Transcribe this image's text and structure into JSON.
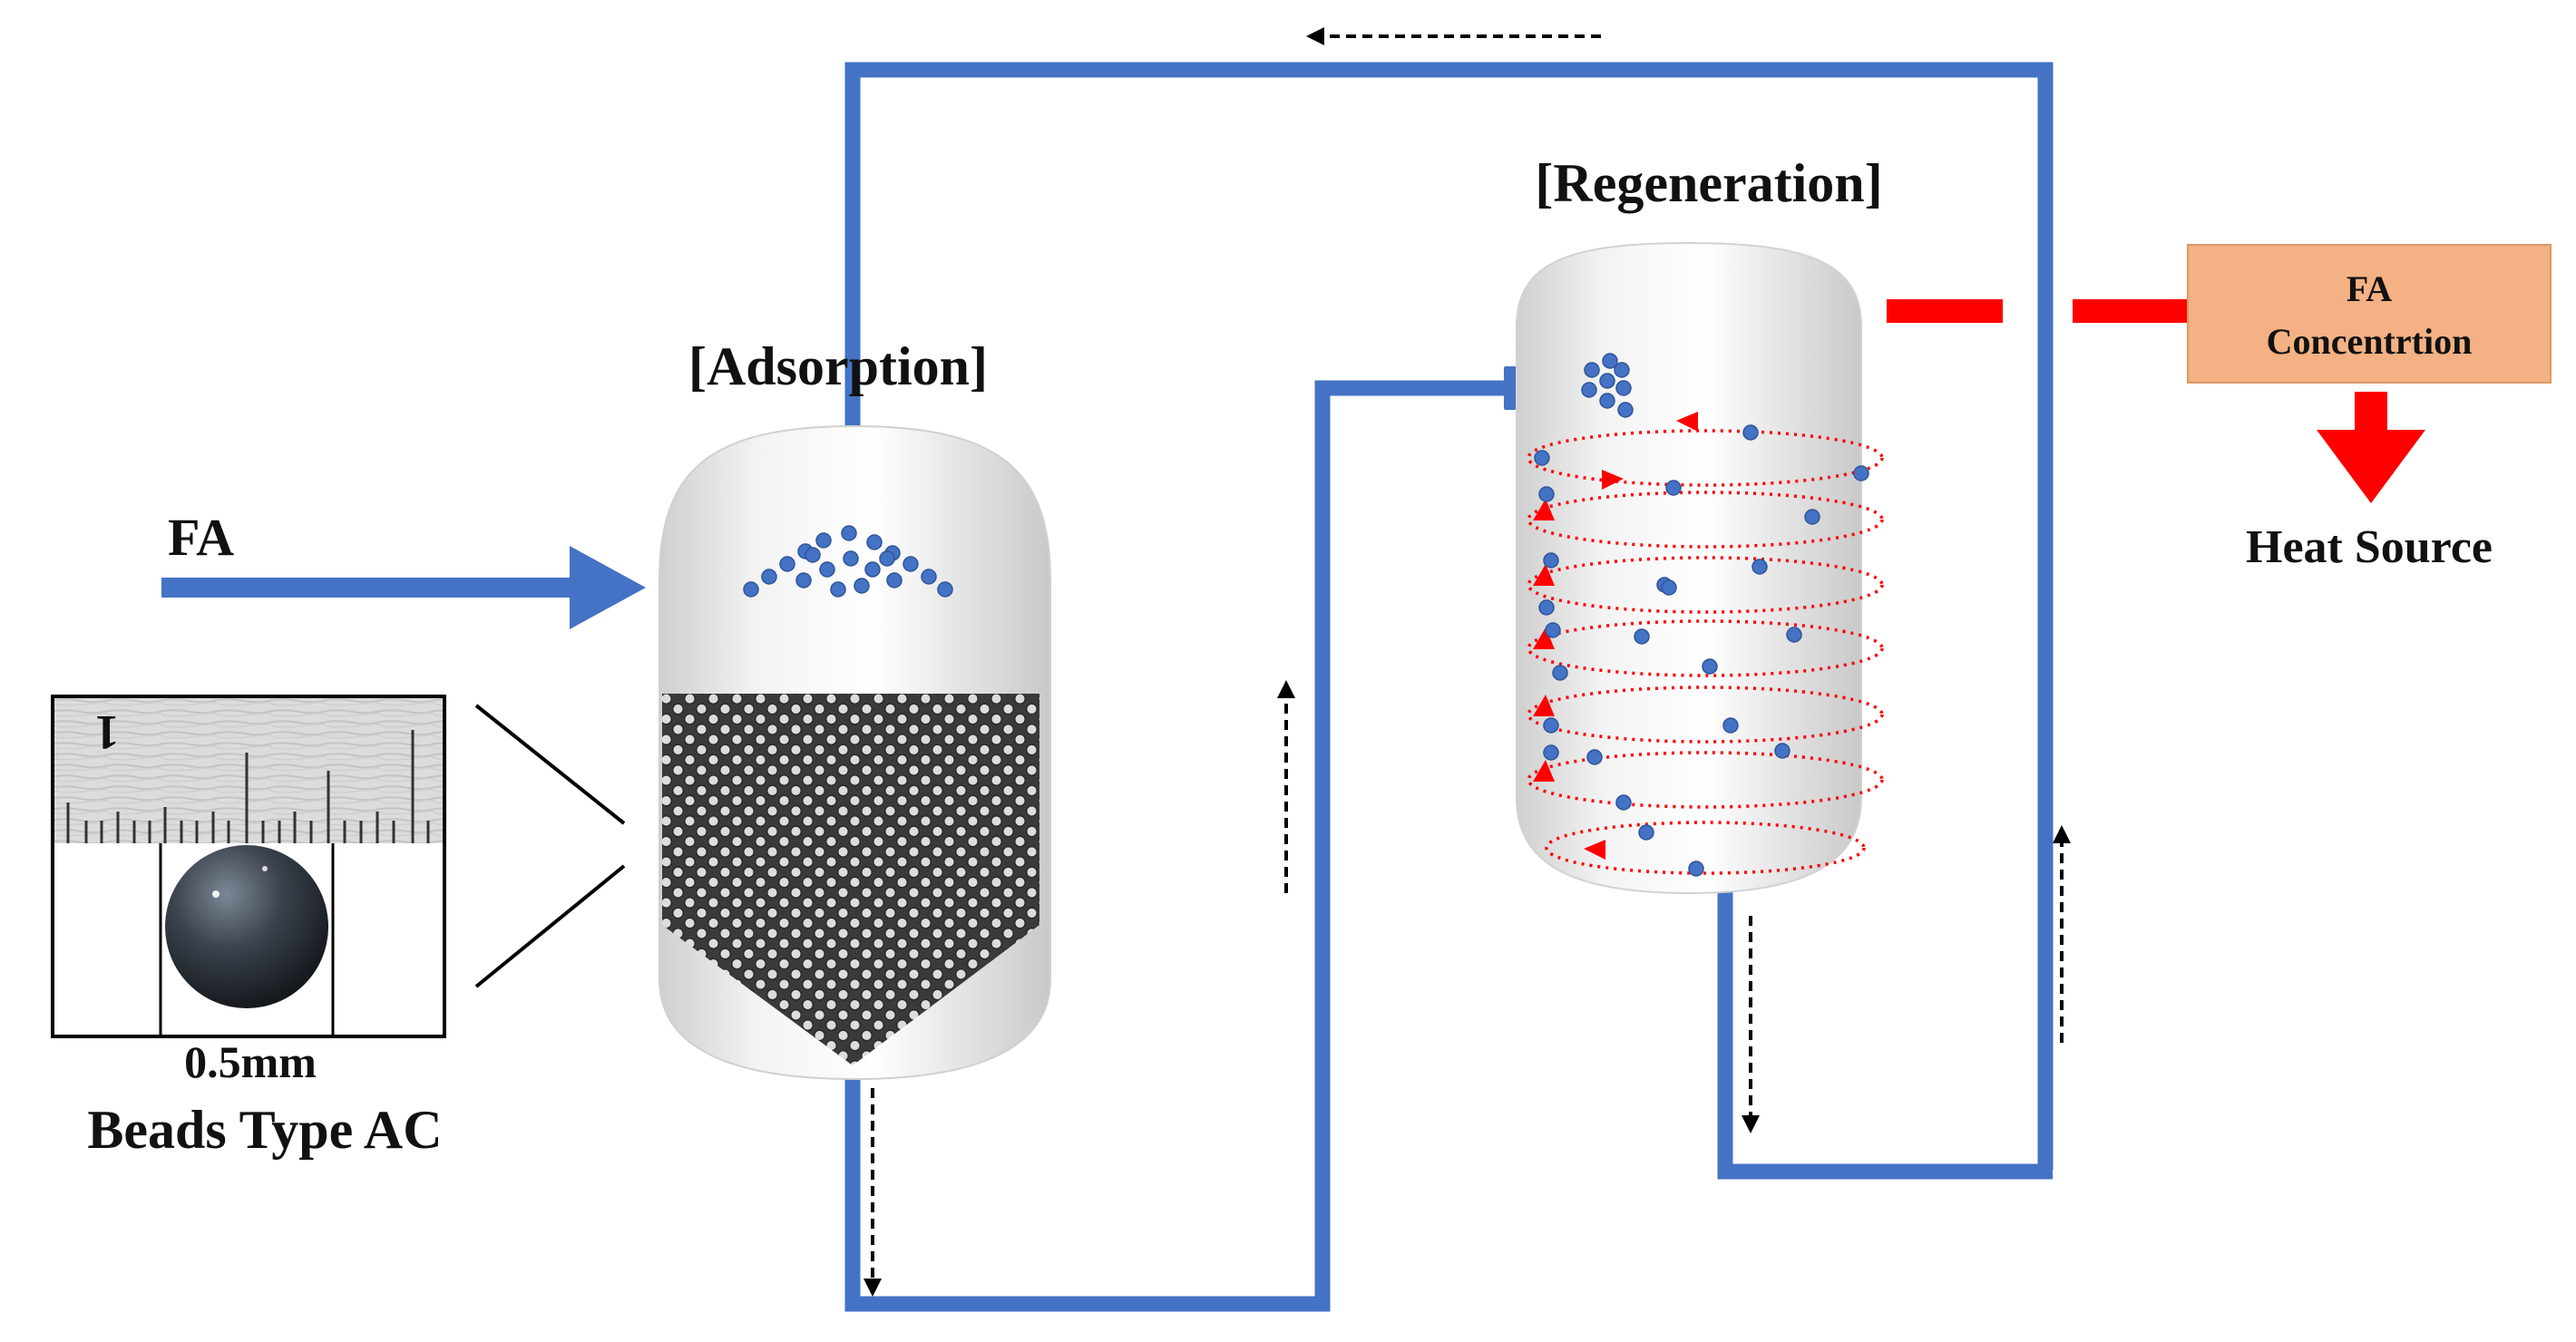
{
  "labels": {
    "fa_inlet": "FA",
    "adsorption": "[Adsorption]",
    "regeneration": "[Regeneration]",
    "fa_concentration_line1": "FA",
    "fa_concentration_line2": "Concentrtion",
    "heat_source": "Heat Source",
    "ruler_mark": "1",
    "bead_size": "0.5mm",
    "bead_caption": "Beads Type AC"
  },
  "colors": {
    "pipe": "#4472C4",
    "heat": "#FF0000",
    "box_fill": "#F4B183",
    "tank": "#E6E6E6",
    "bead": "#4472C4"
  }
}
